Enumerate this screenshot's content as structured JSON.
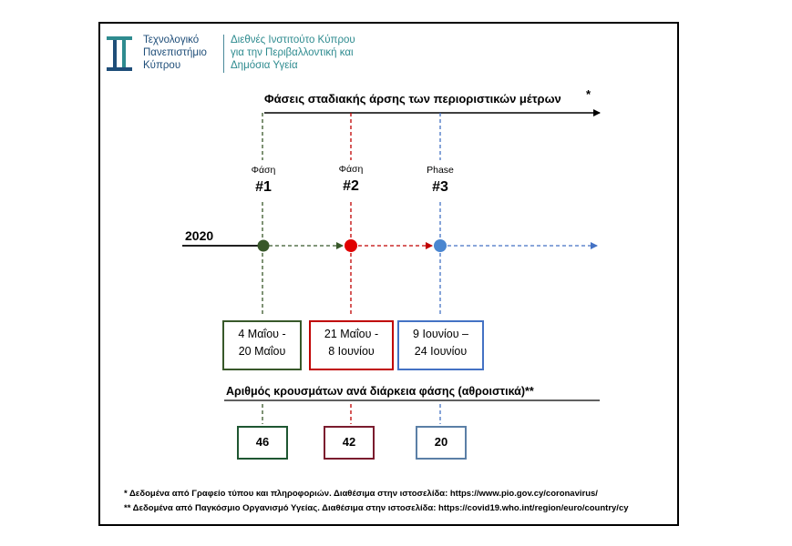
{
  "logo": {
    "university_name": "Τεχνολογικό\nΠανεπιστήμιο\nΚύπρου",
    "institute_name": "Διεθνές Ινστιτούτο Κύπρου\nγια την Περιβαλλοντική και\nΔημόσια Υγεία"
  },
  "title": "Φάσεις σταδιακής άρσης των περιοριστικών μέτρων",
  "title_marker": "*",
  "year": "2020",
  "phases": [
    {
      "label": "Φάση",
      "number": "#1",
      "dates": "4 Μαΐου -\n20 Μαΐου",
      "cases": "46",
      "color": "#38582a"
    },
    {
      "label": "Φάση",
      "number": "#2",
      "dates": "21 Μαΐου -\n8 Ιουνίου",
      "cases": "42",
      "color": "#c00000"
    },
    {
      "label": "Phase",
      "number": "#3",
      "dates": "9 Ιουνίου  –\n24 Ιουνίου",
      "cases": "20",
      "color": "#4472c4"
    }
  ],
  "cases_title": "Αριθμός κρουσμάτων ανά διάρκεια φάσης (αθροιστικά)**",
  "case_box_colors": [
    "#1e5631",
    "#7b1c2e",
    "#5b7fa6"
  ],
  "footnotes": [
    "* Δεδομένα από Γραφείο τύπου και πληροφοριών. Διαθέσιμα στην ιστοσελίδα: https://www.pio.gov.cy/coronavirus/",
    "** Δεδομένα από Παγκόσμιο Οργανισμό Υγείας. Διαθέσιμα στην ιστοσελίδα: https://covid19.who.int/region/euro/country/cy"
  ]
}
